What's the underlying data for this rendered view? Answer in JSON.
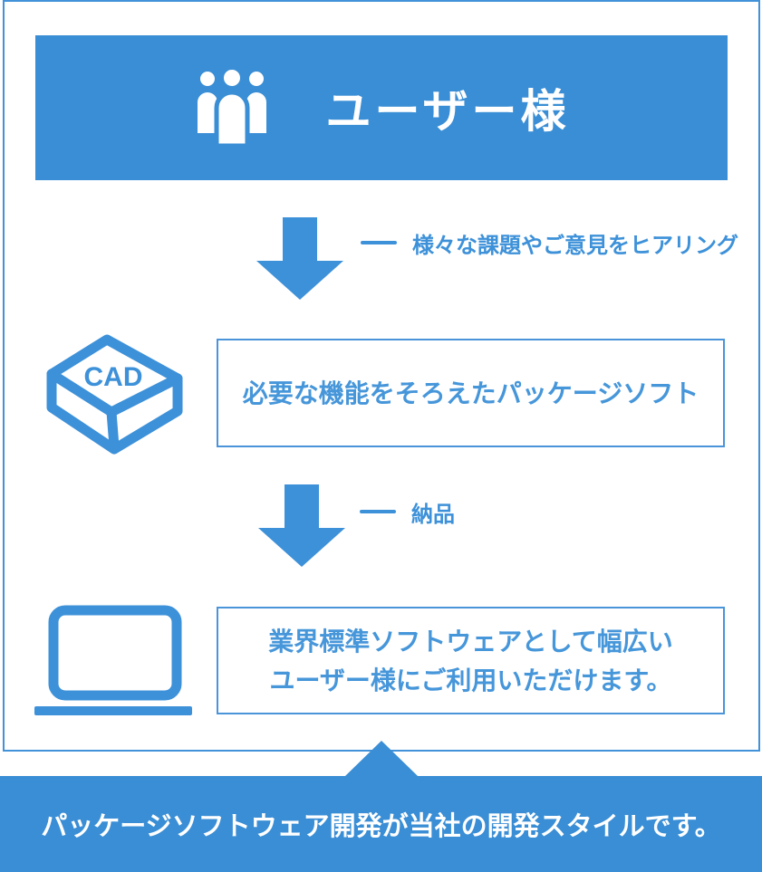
{
  "colors": {
    "banner_blue": "#3a8ed5",
    "arrow_blue": "#3d91d9",
    "box_border_blue": "#4a94d9",
    "text_blue": "#4696da",
    "frame_border_blue": "#4292d9",
    "white": "#ffffff"
  },
  "top_banner": {
    "icon": "users-icon",
    "title": "ユーザー様"
  },
  "flow": {
    "step1_note": {
      "label": "様々な課題やご意見をヒアリング"
    },
    "box1": {
      "icon": "cad-box-icon",
      "icon_label": "CAD",
      "text": "必要な機能をそろえたパッケージソフト"
    },
    "step2_note": {
      "label": "納品"
    },
    "box2": {
      "icon": "laptop-icon",
      "lines": [
        "業界標準ソフトウェアとして幅広い",
        "ユーザー様にご利用いただけます。"
      ]
    }
  },
  "bottom_banner": {
    "text": "パッケージソフトウェア開発が当社の開発スタイルです。"
  }
}
